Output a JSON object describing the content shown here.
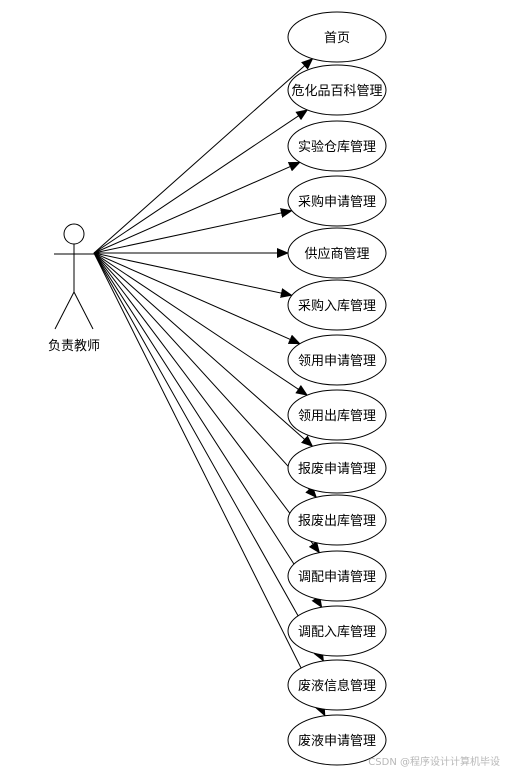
{
  "actor": {
    "label": "负责教师"
  },
  "use_cases": [
    {
      "id": "uc-home",
      "label": "首页"
    },
    {
      "id": "uc-hazmat-encyclopedia",
      "label": "危化品百科管理"
    },
    {
      "id": "uc-lab-warehouse",
      "label": "实验仓库管理"
    },
    {
      "id": "uc-purchase-request",
      "label": "采购申请管理"
    },
    {
      "id": "uc-supplier",
      "label": "供应商管理"
    },
    {
      "id": "uc-purchase-inbound",
      "label": "采购入库管理"
    },
    {
      "id": "uc-requisition-request",
      "label": "领用申请管理"
    },
    {
      "id": "uc-requisition-outbound",
      "label": "领用出库管理"
    },
    {
      "id": "uc-scrap-request",
      "label": "报废申请管理"
    },
    {
      "id": "uc-scrap-outbound",
      "label": "报废出库管理"
    },
    {
      "id": "uc-transfer-request",
      "label": "调配申请管理"
    },
    {
      "id": "uc-transfer-inbound",
      "label": "调配入库管理"
    },
    {
      "id": "uc-waste-liquid-info",
      "label": "废液信息管理"
    },
    {
      "id": "uc-waste-liquid-request",
      "label": "废液申请管理"
    }
  ],
  "watermark": "CSDN @程序设计计算机毕设"
}
